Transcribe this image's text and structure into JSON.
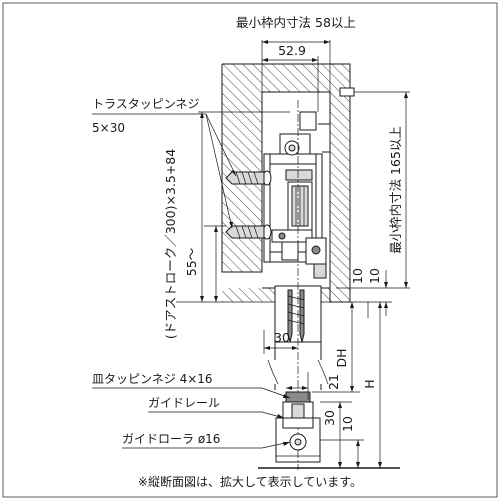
{
  "dims": {
    "min_frame_width": "最小枠内寸法 58以上",
    "width_52_9": "52.9",
    "min_frame_height": "最小枠内寸法 165以上",
    "door_stroke": "(ドアストローク／300)×3.5+84",
    "d55": "55～",
    "d10_upper": "10",
    "d10_right": "10",
    "d30_upper": "30",
    "d21": "21",
    "d30_lower": "30",
    "d10_lower": "10",
    "dh": "DH",
    "h": "H"
  },
  "labels": {
    "truss_screw": "トラスタッピンネジ",
    "truss_screw_size": "5×30",
    "pan_screw": "皿タッピンネジ 4×16",
    "guide_rail": "ガイドレール",
    "guide_roller": "ガイドローラ ø16"
  },
  "note": "※縦断面図は、拡大して表示しています。"
}
